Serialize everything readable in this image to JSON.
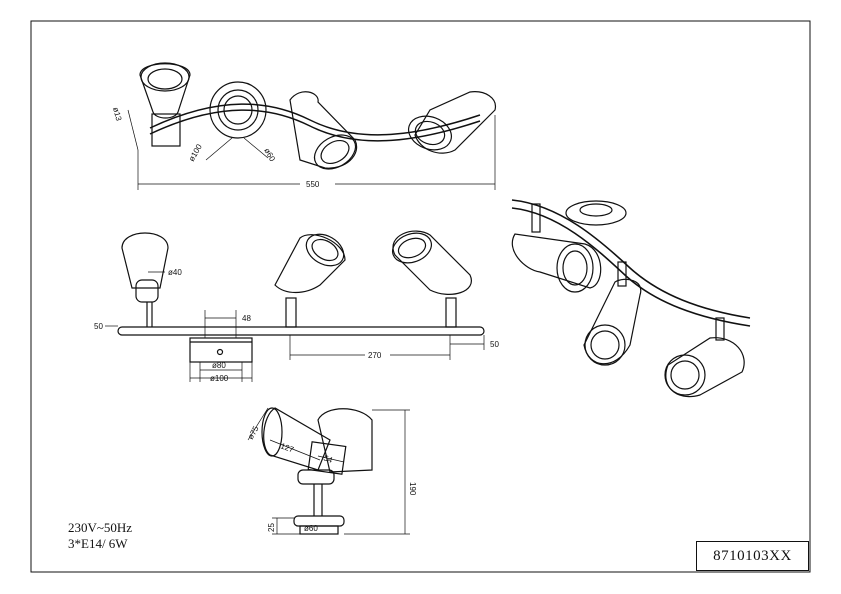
{
  "specs": {
    "voltage": "230V~50Hz",
    "bulbs": "3*E14/ 6W"
  },
  "model_number": "8710103XX",
  "dimensions": {
    "top_tube_dia": "ø13",
    "top_base_dia": "ø100",
    "top_base_inner_dia": "ø60",
    "total_length": "550",
    "shade_dia": "ø40",
    "arm_offset": "48",
    "left_end": "50",
    "right_end": "50",
    "spacing": "270",
    "base_inner_dia": "ø80",
    "base_outer_dia": "ø100",
    "side_shade_dia": "ø75",
    "side_shade_length": "127",
    "side_shade_neck": "54",
    "total_height": "190",
    "base_height": "25",
    "side_base_dia": "ø60"
  }
}
